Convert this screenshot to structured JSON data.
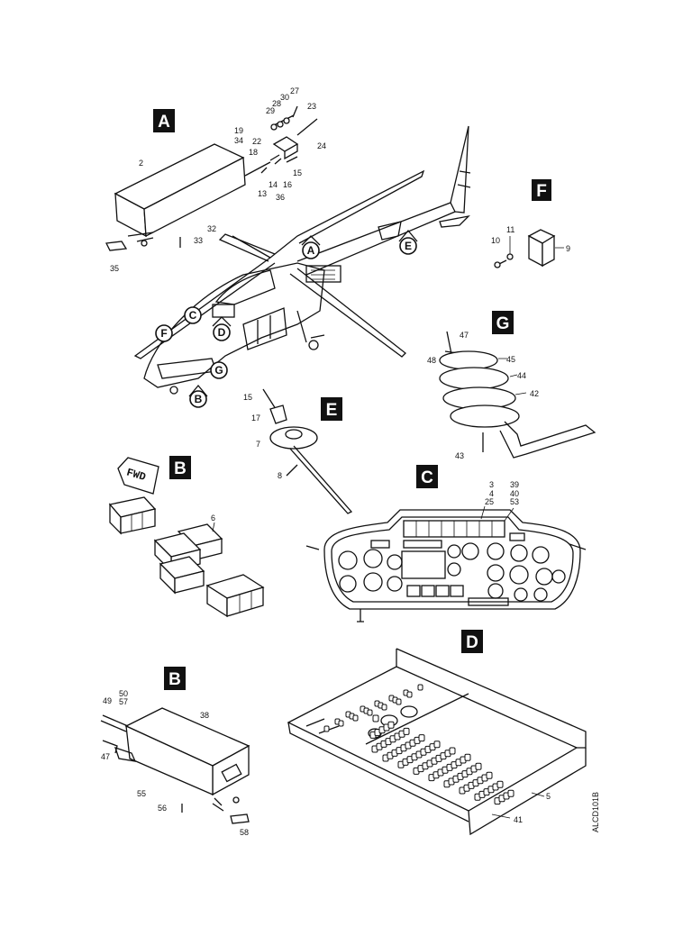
{
  "figure_code": "ALCD101B",
  "fwd_label": "FWD",
  "section_letters": {
    "A": "A",
    "B1": "B",
    "B2": "B",
    "C": "C",
    "D": "D",
    "E": "E",
    "F": "F",
    "G": "G"
  },
  "callouts": {
    "A": "A",
    "B": "B",
    "C": "C",
    "D": "D",
    "E": "E",
    "F": "F",
    "G": "G"
  },
  "parts": {
    "a_2": "2",
    "a_19": "19",
    "a_34": "34",
    "a_22": "22",
    "a_18": "18",
    "a_29": "29",
    "a_28": "28",
    "a_30": "30",
    "a_27": "27",
    "a_23": "23",
    "a_24": "24",
    "a_15": "15",
    "a_16": "16",
    "a_14": "14",
    "a_13": "13",
    "a_36": "36",
    "a_32": "32",
    "a_33": "33",
    "a_35": "35",
    "f_11": "11",
    "f_10": "10",
    "f_9": "9",
    "g_47": "47",
    "g_48": "48",
    "g_45": "45",
    "g_44": "44",
    "g_42": "42",
    "g_43": "43",
    "e_15": "15",
    "e_17": "17",
    "e_7": "7",
    "e_8": "8",
    "b_6": "6",
    "c_3": "3",
    "c_4": "4",
    "c_25": "25",
    "c_39": "39",
    "c_40": "40",
    "c_53": "53",
    "b2_50": "50",
    "b2_57": "57",
    "b2_49": "49",
    "b2_47": "47",
    "b2_38": "38",
    "b2_55": "55",
    "b2_56": "56",
    "b2_58": "58",
    "d_5": "5",
    "d_41": "41"
  }
}
